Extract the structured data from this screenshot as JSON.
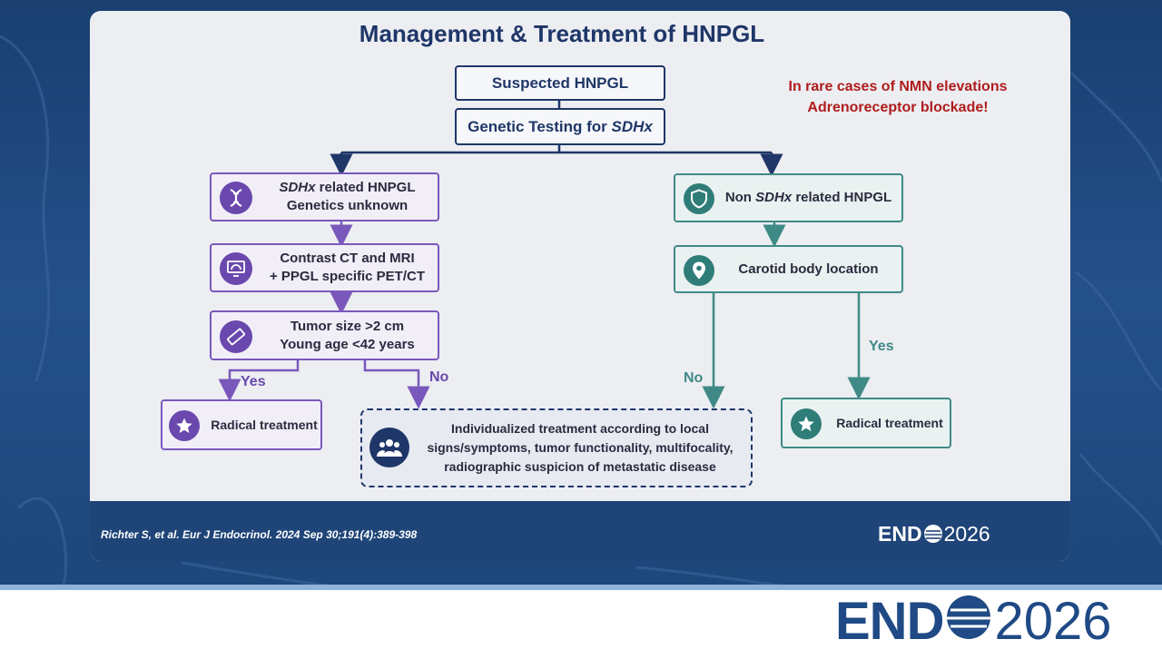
{
  "title": "Management & Treatment of HNPGL",
  "flow": {
    "suspected": "Suspected HNPGL",
    "genetic_testing": {
      "text": "Genetic Testing for ",
      "italic": "SDHx"
    },
    "sdhx_related": {
      "italic": "SDHx",
      "line1_rest": " related HNPGL",
      "line2": "Genetics unknown"
    },
    "imaging": {
      "line1": "Contrast CT and MRI",
      "line2": "+ PPGL specific PET/CT"
    },
    "criteria": {
      "line1": "Tumor size >2 cm",
      "line2": "Young age <42 years"
    },
    "radical_left": "Radical treatment",
    "individualized": {
      "line1": "Individualized treatment according to local",
      "line2": "signs/symptoms, tumor functionality, multifocality,",
      "line3": "radiographic suspicion of metastatic disease"
    },
    "non_sdhx": {
      "prefix": "Non ",
      "italic": "SDHx",
      "rest": " related HNPGL"
    },
    "carotid": "Carotid body location",
    "radical_right": "Radical treatment",
    "yes_left": "Yes",
    "no_left": "No",
    "no_right": "No",
    "yes_right": "Yes"
  },
  "note": {
    "line1": "In rare cases of NMN elevations",
    "line2": "Adrenoreceptor blockade!"
  },
  "citation": "Richter S, et al. Eur J Endocrinol. 2024 Sep 30;191(4):389-398",
  "logo": {
    "word": "END",
    "year": "2026"
  },
  "icons": {
    "sdhx": "dna-icon",
    "imaging": "monitor-scan-icon",
    "criteria": "ruler-icon",
    "radical_left": "star-icon",
    "individualized": "people-group-icon",
    "non_sdhx": "shield-icon",
    "carotid": "location-pin-icon",
    "radical_right": "star-icon"
  },
  "colors": {
    "navy": "#1f3668",
    "purple": "#7a58bb",
    "teal": "#3f8a86",
    "note_red": "#b01c1c",
    "band_blue": "#1f4578"
  }
}
